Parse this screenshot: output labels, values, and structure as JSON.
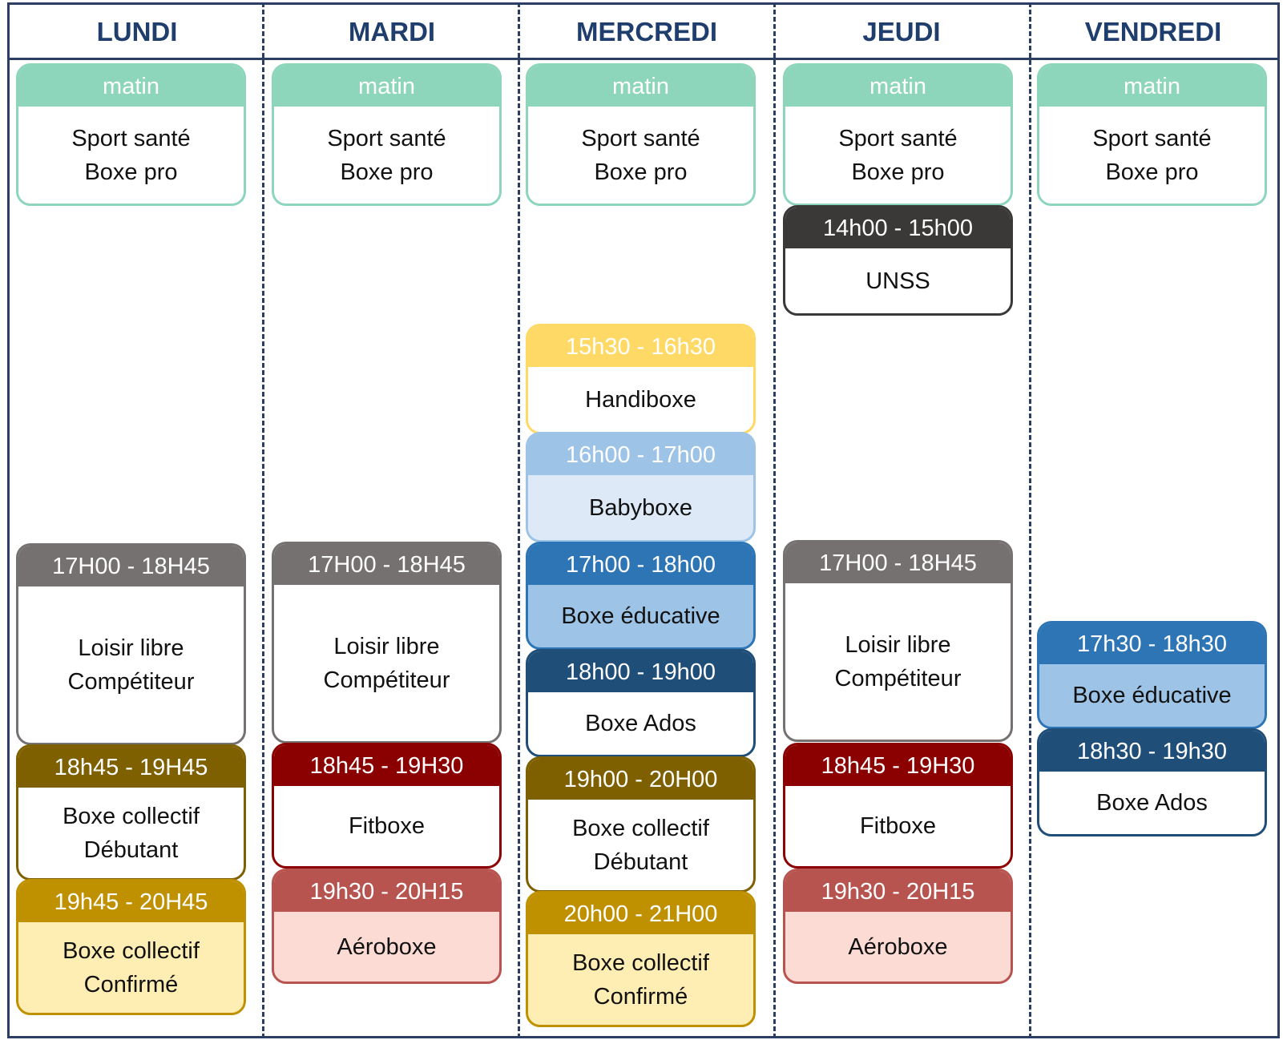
{
  "days": [
    "LUNDI",
    "MARDI",
    "MERCREDI",
    "JEUDI",
    "VENDREDI"
  ],
  "colors": {
    "frame": "#2c3e63",
    "day_text": "#1f3e6d",
    "matin": "#8dd5bb",
    "unss": "#3b3838",
    "handiboxe": "#ffd966",
    "babyboxe": "#9dc3e6",
    "educative": "#2e75b6",
    "ados": "#1f4e79",
    "loisir": "#767171",
    "debutant": "#7f6000",
    "confirme": "#bf9000",
    "fitboxe": "#8b0000",
    "aeroboxe": "#b85450"
  },
  "blocks": [
    {
      "day": "LUNDI",
      "time": "matin",
      "lines": [
        "Sport santé",
        "Boxe pro"
      ],
      "kind": "matin"
    },
    {
      "day": "LUNDI",
      "time": "17H00 - 18H45",
      "lines": [
        "Loisir libre",
        "Compétiteur"
      ],
      "kind": "loisir"
    },
    {
      "day": "LUNDI",
      "time": "18h45 - 19H45",
      "lines": [
        "Boxe collectif",
        "Débutant"
      ],
      "kind": "debutant"
    },
    {
      "day": "LUNDI",
      "time": "19h45 - 20H45",
      "lines": [
        "Boxe collectif",
        "Confirmé"
      ],
      "kind": "confirme"
    },
    {
      "day": "MARDI",
      "time": "matin",
      "lines": [
        "Sport santé",
        "Boxe pro"
      ],
      "kind": "matin"
    },
    {
      "day": "MARDI",
      "time": "17H00 - 18H45",
      "lines": [
        "Loisir libre",
        "Compétiteur"
      ],
      "kind": "loisir"
    },
    {
      "day": "MARDI",
      "time": "18h45 - 19H30",
      "lines": [
        "Fitboxe"
      ],
      "kind": "fitboxe"
    },
    {
      "day": "MARDI",
      "time": "19h30 - 20H15",
      "lines": [
        "Aéroboxe"
      ],
      "kind": "aeroboxe"
    },
    {
      "day": "MERCREDI",
      "time": "matin",
      "lines": [
        "Sport santé",
        "Boxe pro"
      ],
      "kind": "matin"
    },
    {
      "day": "MERCREDI",
      "time": "15h30 - 16h30",
      "lines": [
        "Handiboxe"
      ],
      "kind": "handiboxe"
    },
    {
      "day": "MERCREDI",
      "time": "16h00 - 17h00",
      "lines": [
        "Babyboxe"
      ],
      "kind": "babyboxe"
    },
    {
      "day": "MERCREDI",
      "time": "17h00 - 18h00",
      "lines": [
        "Boxe éducative"
      ],
      "kind": "educative"
    },
    {
      "day": "MERCREDI",
      "time": "18h00 - 19h00",
      "lines": [
        "Boxe Ados"
      ],
      "kind": "ados"
    },
    {
      "day": "MERCREDI",
      "time": "19h00 - 20H00",
      "lines": [
        "Boxe collectif",
        "Débutant"
      ],
      "kind": "debutant"
    },
    {
      "day": "MERCREDI",
      "time": "20h00 - 21H00",
      "lines": [
        "Boxe collectif",
        "Confirmé"
      ],
      "kind": "confirme"
    },
    {
      "day": "JEUDI",
      "time": "matin",
      "lines": [
        "Sport santé",
        "Boxe pro"
      ],
      "kind": "matin"
    },
    {
      "day": "JEUDI",
      "time": "14h00 - 15h00",
      "lines": [
        "UNSS"
      ],
      "kind": "unss"
    },
    {
      "day": "JEUDI",
      "time": "17H00 - 18H45",
      "lines": [
        "Loisir libre",
        "Compétiteur"
      ],
      "kind": "loisir"
    },
    {
      "day": "JEUDI",
      "time": "18h45 - 19H30",
      "lines": [
        "Fitboxe"
      ],
      "kind": "fitboxe"
    },
    {
      "day": "JEUDI",
      "time": "19h30 - 20H15",
      "lines": [
        "Aéroboxe"
      ],
      "kind": "aeroboxe"
    },
    {
      "day": "VENDREDI",
      "time": "matin",
      "lines": [
        "Sport santé",
        "Boxe pro"
      ],
      "kind": "matin"
    },
    {
      "day": "VENDREDI",
      "time": "17h30 - 18h30",
      "lines": [
        "Boxe éducative"
      ],
      "kind": "educative"
    },
    {
      "day": "VENDREDI",
      "time": "18h30 - 19h30",
      "lines": [
        "Boxe Ados"
      ],
      "kind": "ados"
    }
  ]
}
